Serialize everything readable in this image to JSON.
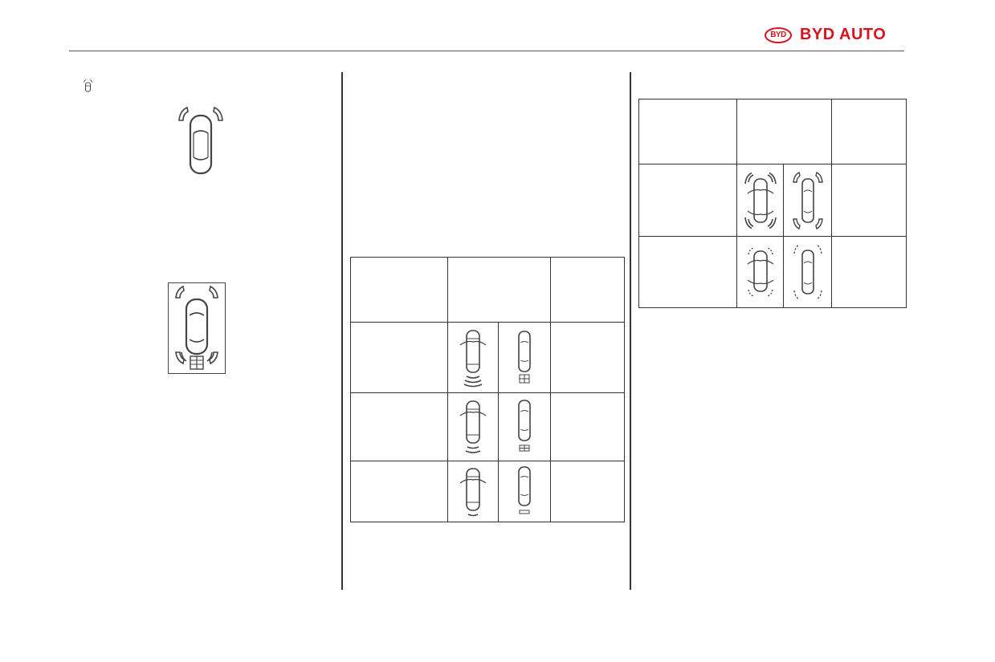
{
  "brand": {
    "badge_text": "BYD",
    "name": "BYD AUTO",
    "color": "#d8121f"
  },
  "icons": {
    "small_sensor_icon": "parking-sensor-icon",
    "front_sensors_figure": "car-front-sensors-icon",
    "framed_display_figure": "parking-radar-display-icon"
  },
  "middle_table": {
    "header": [
      "",
      "",
      ""
    ],
    "rows": [
      {
        "label": "",
        "note": "",
        "rear_arcs": 3,
        "display_bars": 2
      },
      {
        "label": "",
        "note": "",
        "rear_arcs": 2,
        "display_bars": 2
      },
      {
        "label": "",
        "note": "",
        "rear_arcs": 1,
        "display_bars": 1
      }
    ]
  },
  "right_table": {
    "header": [
      "",
      "",
      ""
    ],
    "rows": [
      {
        "label": "",
        "note": "",
        "style": "solid"
      },
      {
        "label": "",
        "note": "",
        "style": "dashed"
      }
    ]
  }
}
